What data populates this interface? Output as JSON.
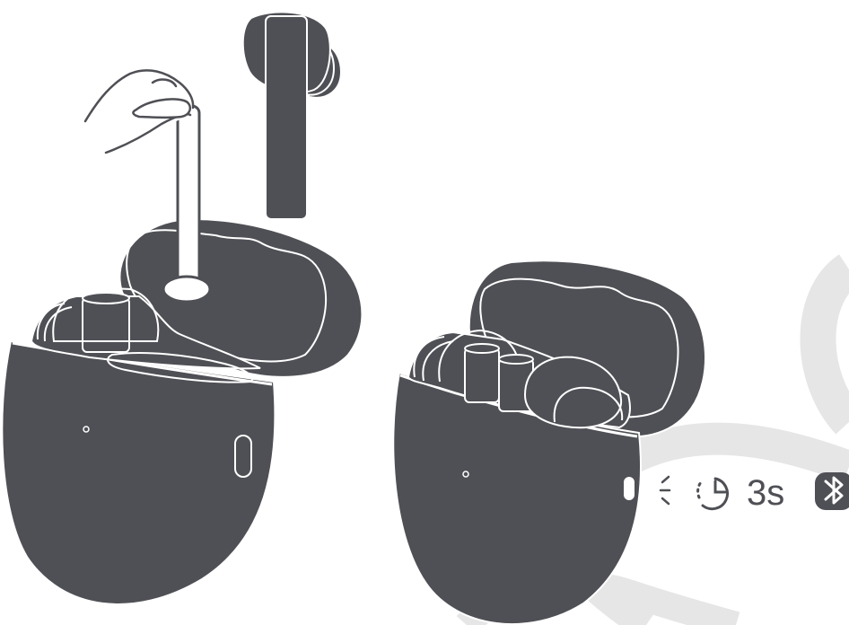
{
  "colors": {
    "device": "#4f5055",
    "outline": "#ffffff",
    "watermark": "#e6e6e6",
    "background": "#ffffff"
  },
  "left_scene": {
    "case": "charging-case-open",
    "earbud": "earbud-removed",
    "hand": "hand-pulling-tab"
  },
  "right_scene": {
    "case": "charging-case-open-with-earbuds",
    "indicator_icons": [
      "press-indicator-icon",
      "clock-icon",
      "bluetooth-icon"
    ],
    "duration_label": "3s"
  }
}
